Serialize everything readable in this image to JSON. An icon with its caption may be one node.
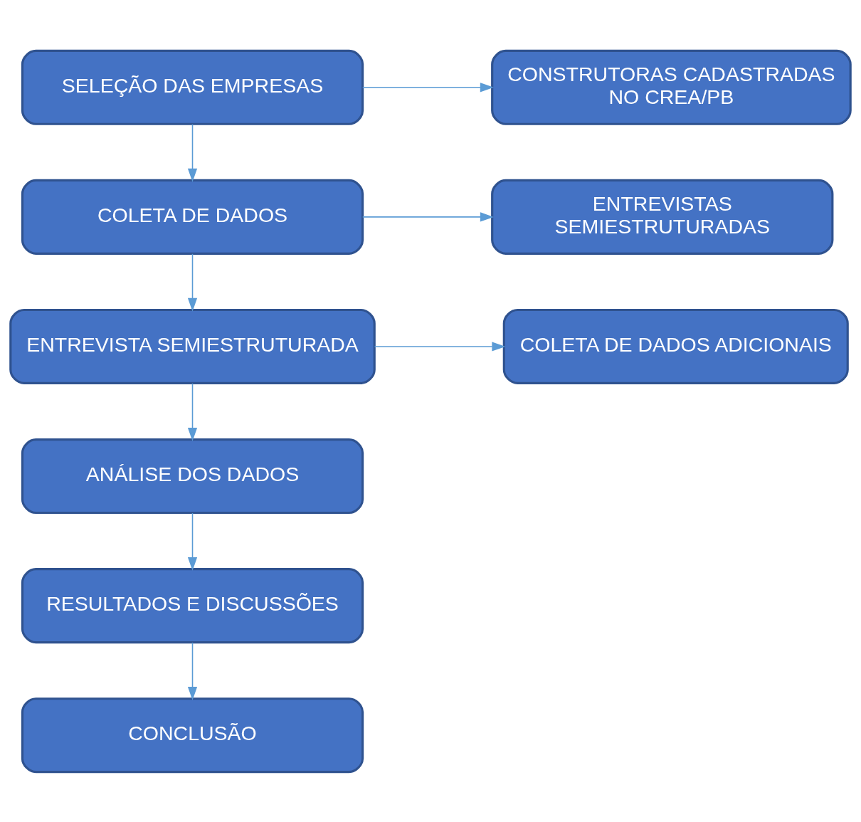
{
  "diagram": {
    "nodes": [
      {
        "text": [
          "SELEÇÃO DAS EMPRESAS"
        ]
      },
      {
        "text": [
          "CONSTRUTORAS CADASTRADAS NO CREA/PB"
        ]
      },
      {
        "text": [
          "COLETA DE DADOS"
        ]
      },
      {
        "text": [
          "ENTREVISTAS SEMIESTRUTURADAS"
        ]
      },
      {
        "text": [
          "ENTREVISTA SEMIESTRUTURADA"
        ]
      },
      {
        "text": [
          "COLETA DE DADOS ADICIONAIS"
        ]
      },
      {
        "text": [
          "ANÁLISE DOS DADOS"
        ]
      },
      {
        "text": [
          "RESULTADOS E DISCUSSÕES"
        ]
      },
      {
        "text": [
          "CONCLUSÃO"
        ]
      }
    ],
    "edges": [
      {
        "from": 0,
        "to": 1,
        "arrow": "to"
      },
      {
        "from": 0,
        "to": 2,
        "arrow": "to"
      },
      {
        "from": 2,
        "to": 3,
        "arrow": "to"
      },
      {
        "from": 2,
        "to": 4,
        "arrow": "to"
      },
      {
        "from": 4,
        "to": 5,
        "arrow": "to"
      },
      {
        "from": 4,
        "to": 6,
        "arrow": "to"
      },
      {
        "from": 6,
        "to": 7,
        "arrow": "to"
      },
      {
        "from": 7,
        "to": 8,
        "arrow": "to"
      }
    ]
  }
}
